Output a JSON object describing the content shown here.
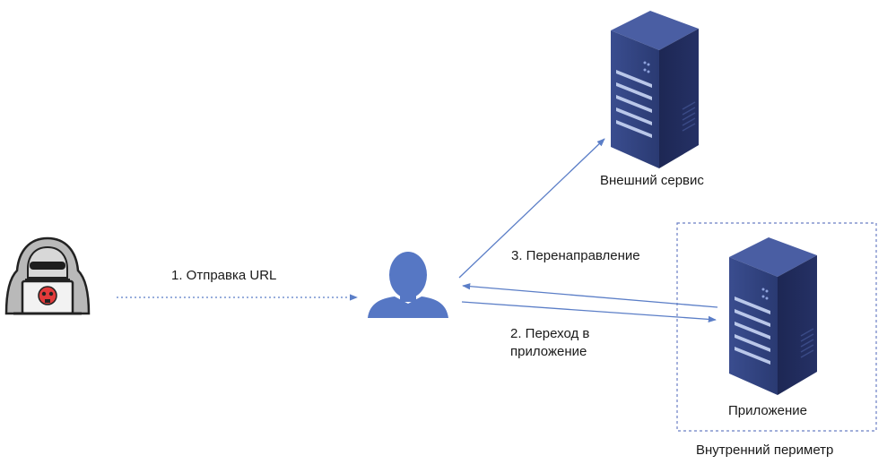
{
  "labels": {
    "send_url": "1. Отправка URL",
    "go_to_app": "2. Переход в приложение",
    "redirect": "3. Перенаправление",
    "external_service": "Внешний сервис",
    "application": "Приложение",
    "internal_perimeter": "Внутренний периметр"
  },
  "icons": {
    "attacker": "hacker-icon",
    "user": "user-icon",
    "external_server": "server-icon",
    "app_server": "server-icon"
  },
  "colors": {
    "arrow": "#5b7ec7",
    "server_front": "#2d3e78",
    "server_side": "#1e2b5a",
    "user": "#5677c4",
    "perimeter": "#6b7fc4"
  }
}
